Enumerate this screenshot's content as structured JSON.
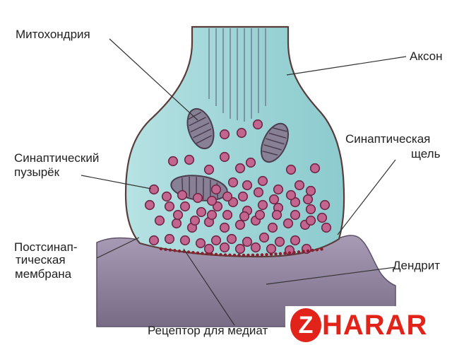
{
  "labels": {
    "mitochondria": "Митохондрия",
    "axon": "Аксон",
    "vesicle_line1": "Синаптический",
    "vesicle_line2": "пузырёк",
    "cleft_line1": "Синаптическая",
    "cleft_line2": "щель",
    "postsyn_line1": "Постсинап-",
    "postsyn_line2": "тическая",
    "postsyn_line3": "мембрана",
    "dendrite": "Дендрит",
    "receptor": "Рецептор для медиат"
  },
  "watermark": {
    "letter": "Z",
    "rest": "HARAR",
    "full_text": "ZHARAR"
  },
  "colors": {
    "axon_fill": "#9fd5d7",
    "axon_stroke": "#5a3d3a",
    "dendrite_fill": "#8c7f9a",
    "vesicle_fill": "#c2668f",
    "mitochondria_fill": "#888196",
    "receptor": "#8b1e2c",
    "brand": "#e2231a"
  }
}
